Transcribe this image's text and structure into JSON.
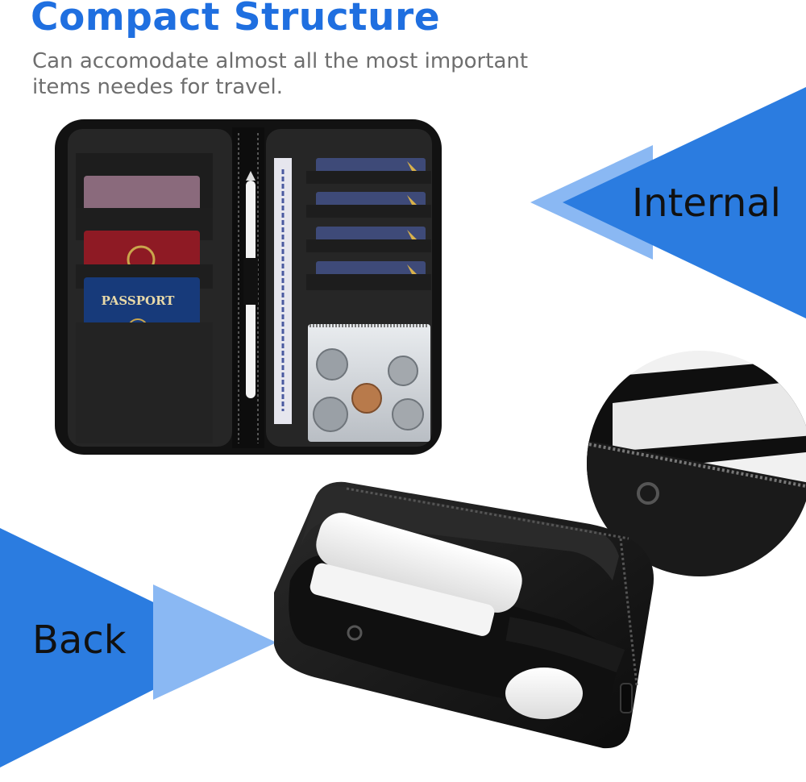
{
  "title": "Compact Structure",
  "subtitle": "Can accomodate almost all the  most important\nitems needes for travel.",
  "labels": {
    "internal": "Internal",
    "back": "Back"
  },
  "passport_text": "PASSPORT",
  "colors": {
    "title_blue": "#1f6fe0",
    "triangle_blue": "#2a7de1",
    "triangle_light": "#86b6f2",
    "bag_black": "#141414",
    "subtitle_gray": "#6e6e6e"
  },
  "icons": [
    "passport-icon",
    "coin-icon",
    "pencil-icon",
    "card-icon",
    "zipper-pull-icon"
  ]
}
